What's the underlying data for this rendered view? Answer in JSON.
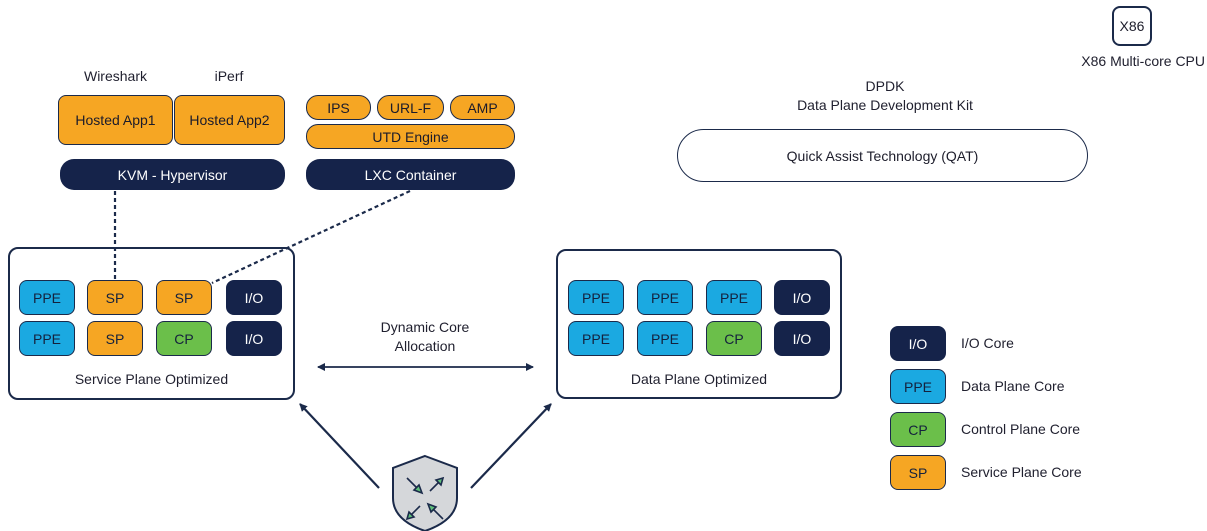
{
  "cpu": {
    "chip": "X86",
    "caption": "X86 Multi-core CPU"
  },
  "dpdk": {
    "line1": "DPDK",
    "line2": "Data Plane Development Kit"
  },
  "qat": "Quick Assist Technology (QAT)",
  "kvm": {
    "app1_caption": "Wireshark",
    "app2_caption": "iPerf",
    "app1": "Hosted App1",
    "app2": "Hosted App2",
    "base": "KVM - Hypervisor"
  },
  "lxc": {
    "ips": "IPS",
    "urlf": "URL-F",
    "amp": "AMP",
    "engine": "UTD Engine",
    "base": "LXC Container"
  },
  "service_plane": {
    "label": "Service Plane Optimized",
    "row1": [
      "PPE",
      "SP",
      "SP",
      "I/O"
    ],
    "row2": [
      "PPE",
      "SP",
      "CP",
      "I/O"
    ]
  },
  "data_plane": {
    "label": "Data Plane Optimized",
    "row1": [
      "PPE",
      "PPE",
      "PPE",
      "I/O"
    ],
    "row2": [
      "PPE",
      "PPE",
      "CP",
      "I/O"
    ]
  },
  "dynamic": {
    "line1": "Dynamic Core",
    "line2": "Allocation"
  },
  "legend": [
    {
      "code": "I/O",
      "label": "I/O Core",
      "kind": "io"
    },
    {
      "code": "PPE",
      "label": "Data Plane Core",
      "kind": "ppe"
    },
    {
      "code": "CP",
      "label": "Control Plane Core",
      "kind": "cp"
    },
    {
      "code": "SP",
      "label": "Service Plane Core",
      "kind": "sp"
    }
  ],
  "colors": {
    "navy": "#15234a",
    "orange": "#f6a623",
    "blue": "#1ba9e1",
    "green": "#6bbf4a",
    "shield": "#d5d7da"
  }
}
